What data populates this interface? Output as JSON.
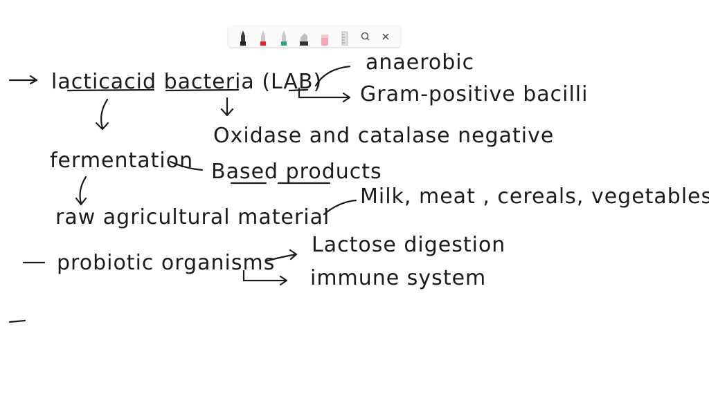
{
  "toolbar": {
    "tools": [
      {
        "icon": "black-marker-icon",
        "color": "#222222"
      },
      {
        "icon": "red-marker-icon",
        "color": "#e3262e"
      },
      {
        "icon": "teal-marker-icon",
        "color": "#2a9d8f"
      },
      {
        "icon": "highlighter-icon",
        "color": "#333333"
      },
      {
        "icon": "eraser-icon",
        "color": "#f2a7b8"
      },
      {
        "icon": "ruler-icon",
        "color": "#cfcfcf"
      },
      {
        "icon": "lasso-icon",
        "color": "#555555"
      },
      {
        "icon": "close-icon",
        "color": "#444444"
      }
    ]
  },
  "notes": {
    "lab_heading": "lacticacid bacteria (LAB)",
    "anaerobic": "anaerobic",
    "gram_positive": "Gram-positive bacilli",
    "oxidase": "Oxidase and catalase negative",
    "fermentation": "fermentation",
    "based_products": "Based products",
    "raw_material": "raw agricultural material",
    "examples": "Milk, meat , cereals, vegetables",
    "probiotic": "probiotic organisms",
    "lactose": "Lactose digestion",
    "immune": "immune system"
  },
  "ink_color": "#1b1b1b"
}
